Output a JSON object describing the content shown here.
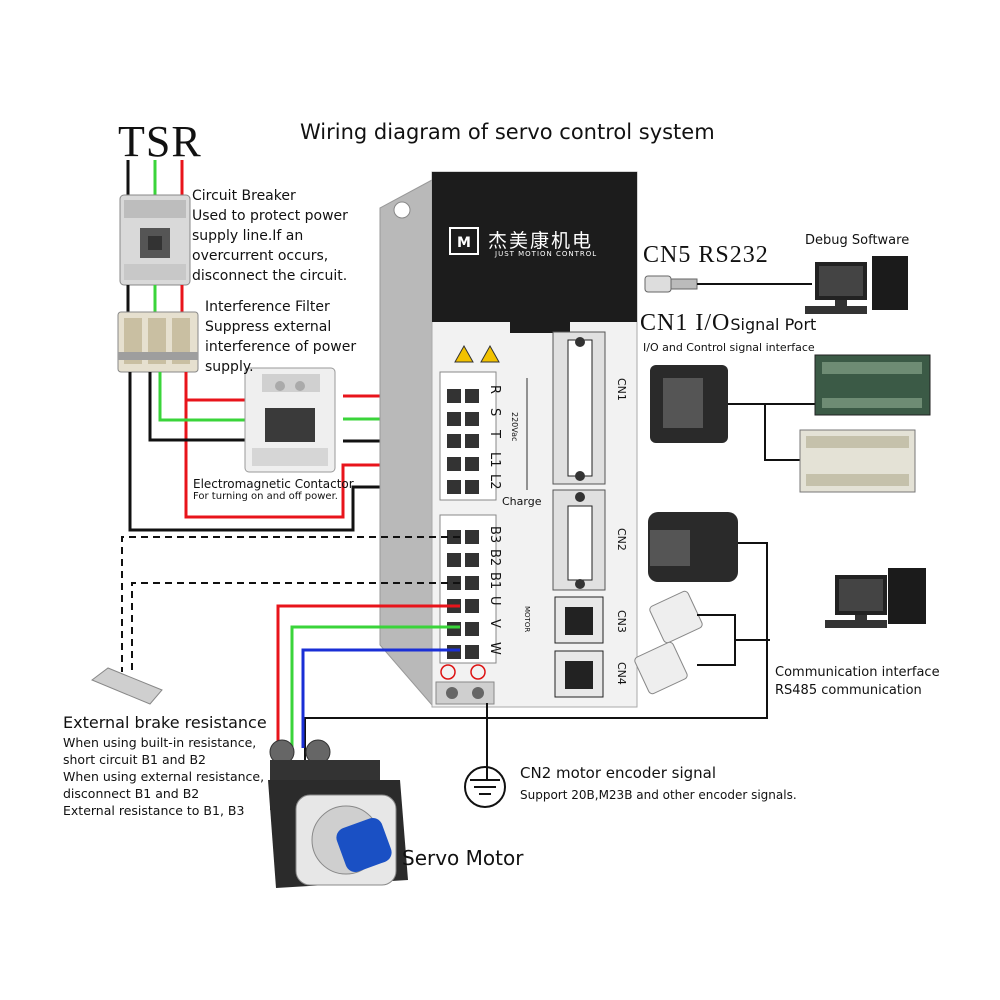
{
  "title": "Wiring diagram of servo control system",
  "tsr_label": "TSR",
  "circuit_breaker": {
    "heading": "Circuit Breaker",
    "lines": [
      "Used to protect power",
      "supply line.If an",
      "overcurrent occurs,",
      "disconnect the circuit."
    ]
  },
  "interference_filter": {
    "heading": "Interference Filter",
    "lines": [
      "Suppress external",
      "interference of power",
      "supply."
    ]
  },
  "contactor": {
    "heading": "Electromagnetic Contactor",
    "desc": "For turning on and off power."
  },
  "drive": {
    "brand_cn": "杰美康机电",
    "brand_en": "JUST MOTION CONTROL",
    "top_terminals": [
      "R",
      "S",
      "T",
      "L1",
      "L2"
    ],
    "voltage_label": "220Vac",
    "charge_label": "Charge",
    "bottom_terminals": [
      "B3",
      "B2",
      "B1",
      "U",
      "V",
      "W"
    ],
    "motor_label": "MOTOR",
    "ports": [
      "CN1",
      "CN2",
      "CN3",
      "CN4"
    ]
  },
  "cn5": {
    "label": "CN5  RS232"
  },
  "debug": {
    "label": "Debug Software"
  },
  "cn1": {
    "label_serif": "CN1  I/O",
    "label_suffix": "Signal Port",
    "desc": "I/O and Control signal interface"
  },
  "comm": {
    "line1": "Communication interface",
    "line2": "RS485 communication"
  },
  "brake": {
    "heading": "External brake resistance",
    "lines": [
      "When using built-in resistance,",
      "short circuit B1 and B2",
      "When using external resistance,",
      "disconnect B1 and B2",
      "External resistance to B1, B3"
    ]
  },
  "encoder": {
    "heading": "CN2 motor encoder signal",
    "desc": "Support 20B,M23B and other encoder signals."
  },
  "motor_label": "Servo Motor",
  "colors": {
    "red": "#e8141b",
    "green": "#3ad43a",
    "blue": "#1a2fd6",
    "black": "#111111",
    "drive_body": "#f2f2f2",
    "drive_top": "#1c1c1c"
  }
}
